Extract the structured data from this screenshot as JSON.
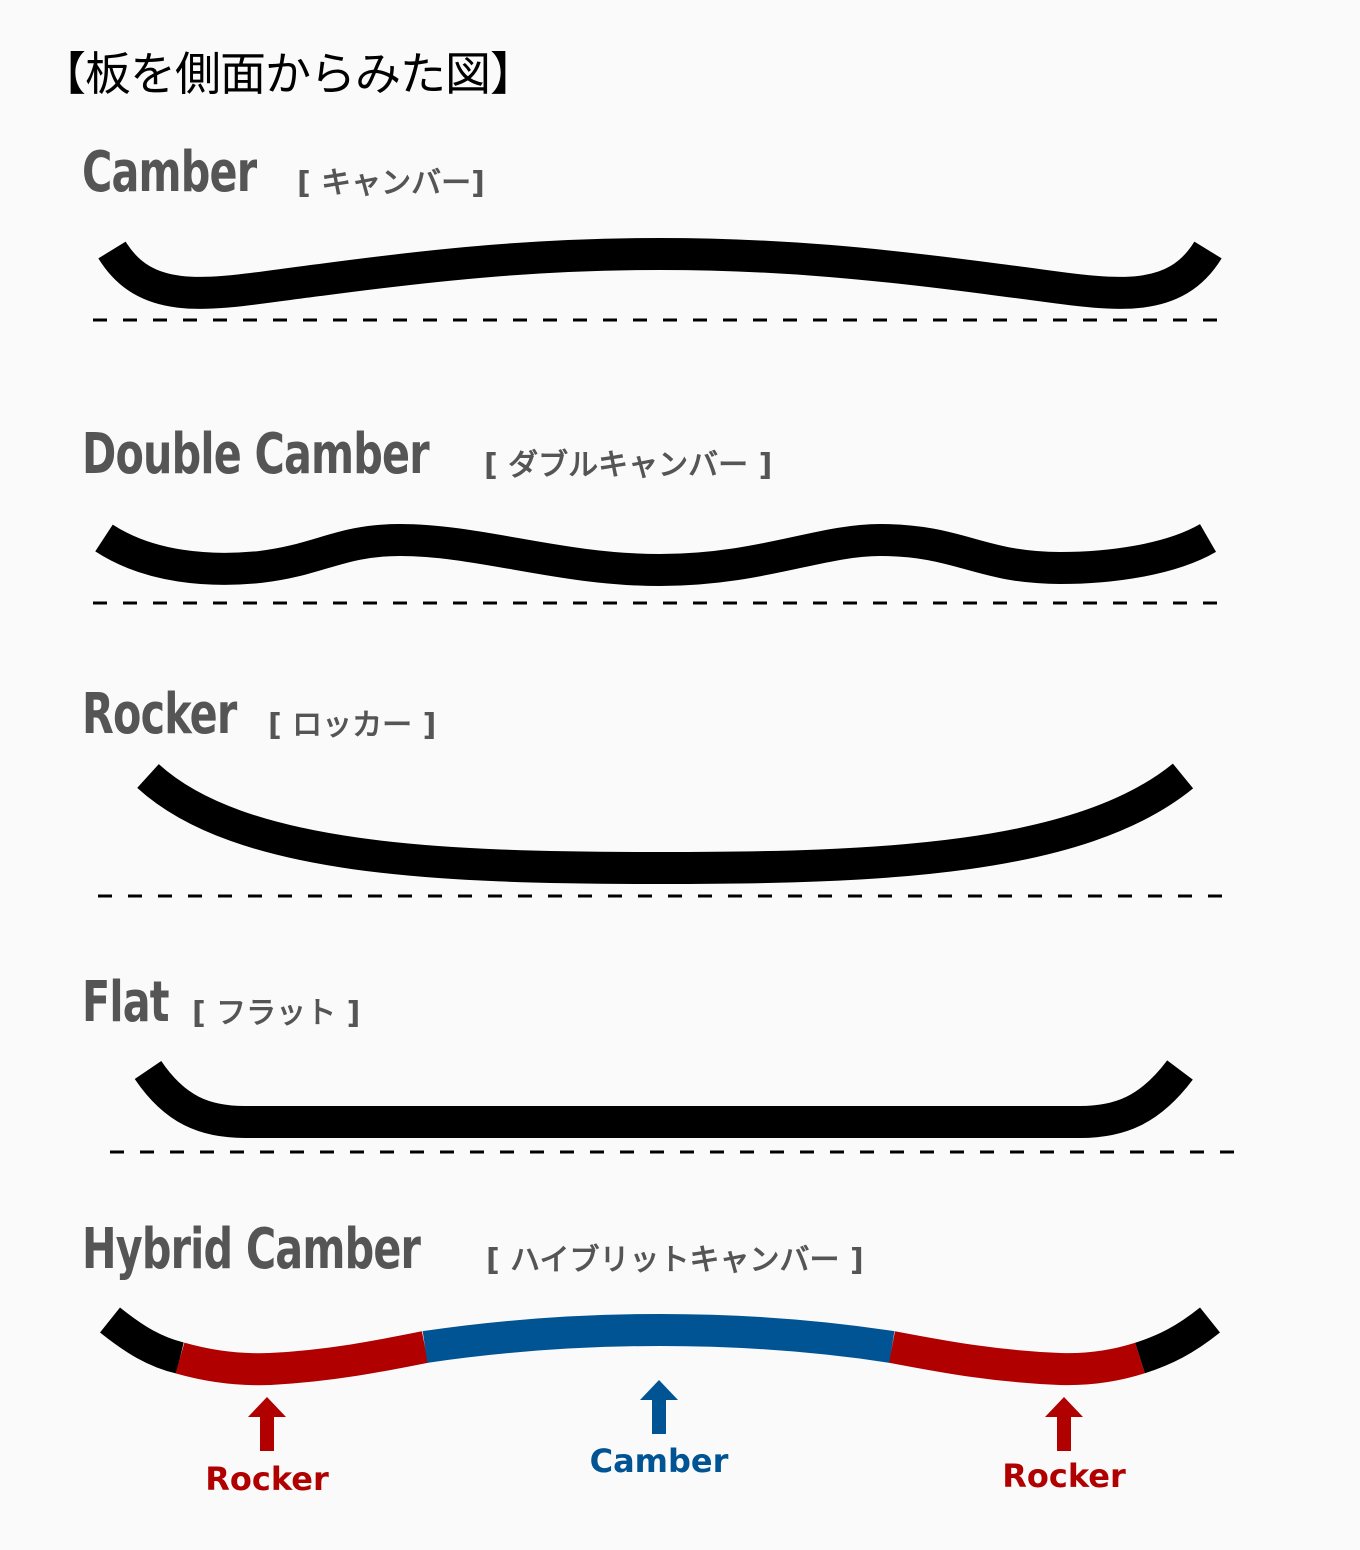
{
  "title": "【板を側面からみた図】",
  "colors": {
    "background": "#fafafa",
    "board": "#000000",
    "heading": "#555555",
    "rocker": "#b00000",
    "camber": "#005494"
  },
  "sections": [
    {
      "name_en": "Camber",
      "name_jp": "[ キャンバー]",
      "profile": "camber"
    },
    {
      "name_en": "Double Camber",
      "name_jp": "[ ダブルキャンバー ]",
      "profile": "double-camber"
    },
    {
      "name_en": "Rocker",
      "name_jp": "[ ロッカー ]",
      "profile": "rocker"
    },
    {
      "name_en": "Flat",
      "name_jp": "[ フラット ]",
      "profile": "flat"
    },
    {
      "name_en": "Hybrid Camber",
      "name_jp": "[ ハイブリットキャンバー ]",
      "profile": "hybrid-camber"
    }
  ],
  "hybrid_labels": [
    {
      "text": "Rocker",
      "zone": "tail",
      "color": "#b00000"
    },
    {
      "text": "Camber",
      "zone": "center",
      "color": "#005494"
    },
    {
      "text": "Rocker",
      "zone": "nose",
      "color": "#b00000"
    }
  ]
}
